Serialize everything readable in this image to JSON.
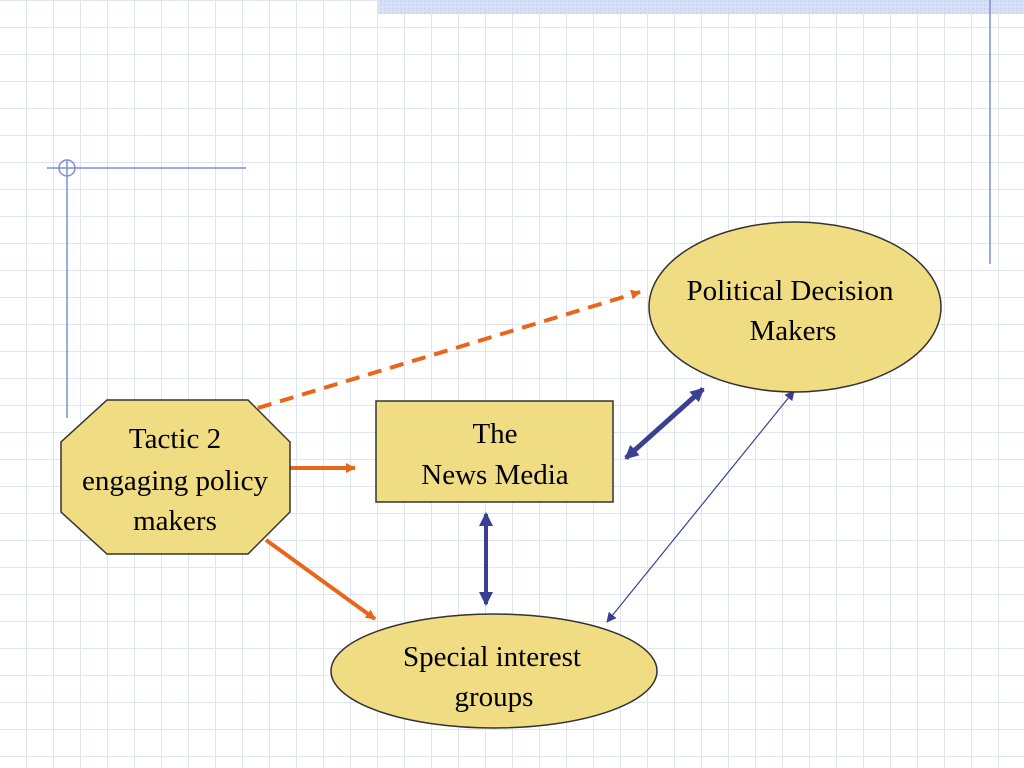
{
  "diagram": {
    "nodes": {
      "tactic": {
        "line1": "Tactic 2",
        "line2": "engaging policy",
        "line3": "makers"
      },
      "media": {
        "line1": "The",
        "line2": "News Media"
      },
      "political": {
        "line1": "Political Decision",
        "line2": "Makers"
      },
      "interest": {
        "line1": "Special interest",
        "line2": "groups"
      }
    },
    "colors": {
      "node_fill": "#f0dc82",
      "node_stroke": "#333333",
      "arrow_orange": "#e8661c",
      "arrow_navy": "#3a3f8f",
      "accent_blue": "#7a8fd0",
      "banner_blue": "#d6e0f7"
    }
  }
}
